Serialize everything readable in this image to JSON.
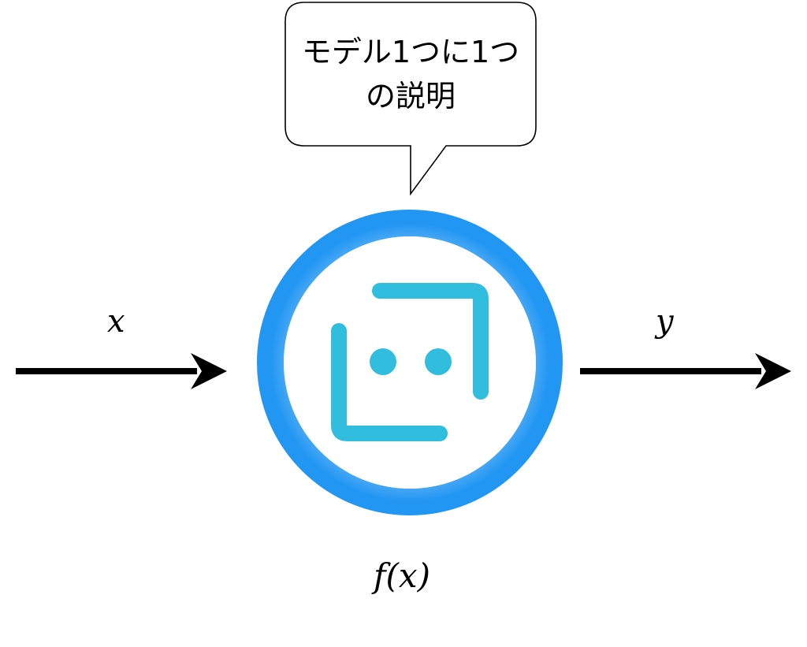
{
  "callout": {
    "line1": "モデル1つに1つ",
    "line2": "の説明"
  },
  "labels": {
    "input": "x",
    "output": "y",
    "function": "f(x)"
  },
  "model_node": {
    "icon": "bot-face-icon",
    "ring_color": "#2196F3",
    "ring_highlight_color": "#64B5F6",
    "icon_color": "#31BDDE"
  },
  "arrows": {
    "color": "#000000"
  }
}
